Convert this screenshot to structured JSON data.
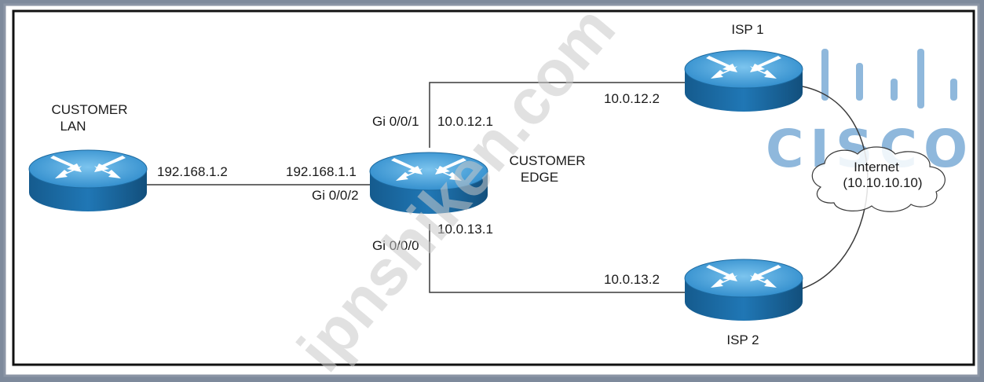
{
  "routers": {
    "customer_lan": {
      "label_line1": "CUSTOMER",
      "label_line2": "LAN"
    },
    "customer_edge": {
      "label_line1": "CUSTOMER",
      "label_line2": "EDGE"
    },
    "isp1": {
      "label": "ISP 1"
    },
    "isp2": {
      "label": "ISP 2"
    }
  },
  "links": {
    "lan_edge": {
      "lan_ip": "192.168.1.2",
      "edge_ip": "192.168.1.1",
      "edge_if": "Gi 0/0/2"
    },
    "edge_isp1": {
      "edge_if": "Gi 0/0/1",
      "edge_ip": "10.0.12.1",
      "isp_ip": "10.0.12.2"
    },
    "edge_isp2": {
      "edge_if": "Gi 0/0/0",
      "edge_ip": "10.0.13.1",
      "isp_ip": "10.0.13.2"
    }
  },
  "internet": {
    "label_line1": "Internet",
    "label_line2": "(10.10.10.10)"
  },
  "watermark": {
    "text": "ipnshiken.com"
  },
  "logo": {
    "word": "CISCO",
    "color": "#8fb8dc"
  },
  "colors": {
    "router_top": "#4aa3d8",
    "router_body": "#1c6ea8",
    "line": "#3a3a3a",
    "frame": "#111111",
    "background": "#7e8a9c"
  }
}
